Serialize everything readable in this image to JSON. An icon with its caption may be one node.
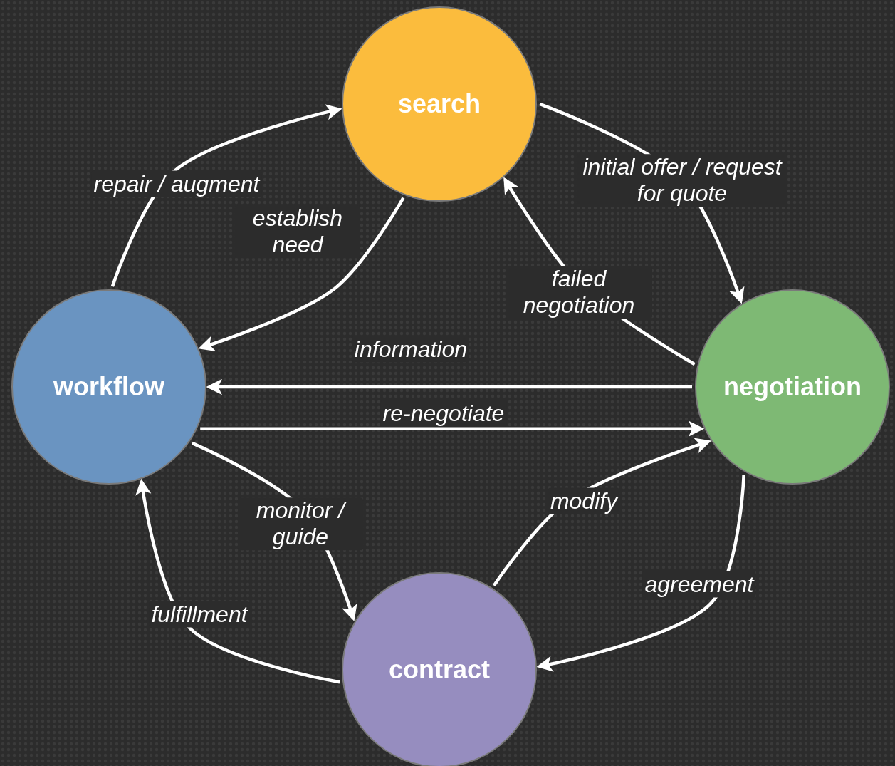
{
  "diagram": {
    "nodes": [
      {
        "text": [
          "search"
        ]
      },
      {
        "text": [
          "workflow"
        ]
      },
      {
        "text": [
          "negotiation"
        ]
      },
      {
        "text": [
          "contract"
        ]
      }
    ],
    "edges": [
      {
        "from": 0,
        "to": 1,
        "arrow": "to",
        "label": "establish need"
      },
      {
        "from": 1,
        "to": 0,
        "arrow": "to",
        "label": "repair / augment"
      },
      {
        "from": 0,
        "to": 2,
        "arrow": "to",
        "label": "initial offer / request for quote"
      },
      {
        "from": 2,
        "to": 0,
        "arrow": "to",
        "label": "failed negotiation"
      },
      {
        "from": 2,
        "to": 1,
        "arrow": "to",
        "label": "information"
      },
      {
        "from": 1,
        "to": 2,
        "arrow": "to",
        "label": "re-negotiate"
      },
      {
        "from": 1,
        "to": 3,
        "arrow": "to",
        "label": "monitor / guide"
      },
      {
        "from": 3,
        "to": 1,
        "arrow": "to",
        "label": "fulfillment"
      },
      {
        "from": 3,
        "to": 2,
        "arrow": "to",
        "label": "modify"
      },
      {
        "from": 2,
        "to": 3,
        "arrow": "to",
        "label": "agreement"
      }
    ]
  }
}
